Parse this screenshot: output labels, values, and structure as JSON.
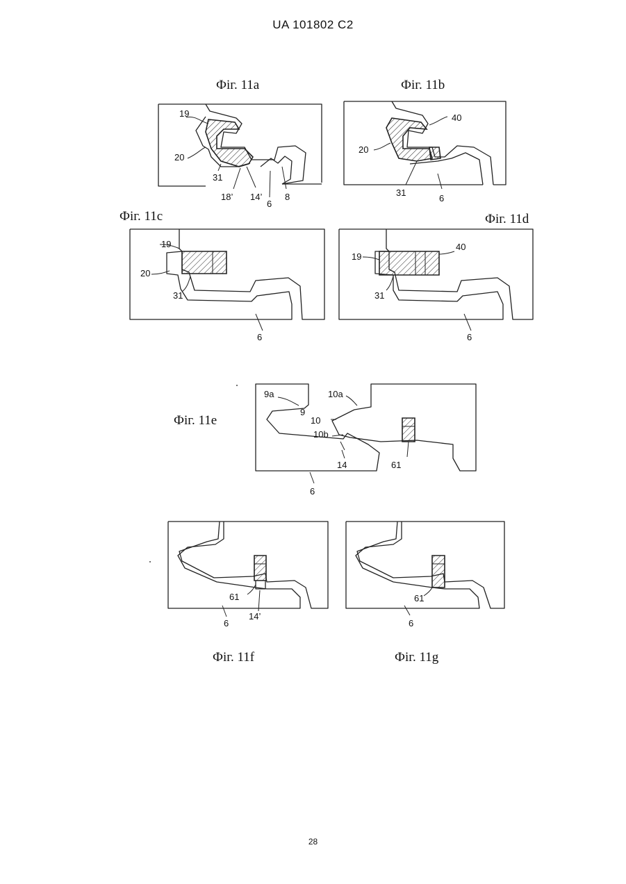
{
  "header": {
    "text": "UA   101802   C2"
  },
  "page_number": "28",
  "figures": {
    "fig11a": {
      "caption": "Фіг. 11a",
      "labels": [
        "19",
        "20",
        "31",
        "18’",
        "14’",
        "6",
        "8"
      ]
    },
    "fig11b": {
      "caption": "Фіг. 11b",
      "labels": [
        "40",
        "20",
        "31",
        "6"
      ]
    },
    "fig11c": {
      "caption": "Фіг. 11c",
      "labels": [
        "19",
        "20",
        "31",
        "6"
      ]
    },
    "fig11d": {
      "caption": "Фіг. 11d",
      "labels": [
        "40",
        "19",
        "31",
        "6"
      ]
    },
    "fig11e": {
      "caption": "Фіг. 11e",
      "labels": [
        "9a",
        "9",
        "10a",
        "10",
        "10b",
        "14",
        "61",
        "6"
      ]
    },
    "fig11f": {
      "caption": "Фіг. 11f",
      "labels": [
        "61",
        "6",
        "14’"
      ]
    },
    "fig11g": {
      "caption": "Фіг. 11g",
      "labels": [
        "61",
        "6"
      ]
    }
  }
}
